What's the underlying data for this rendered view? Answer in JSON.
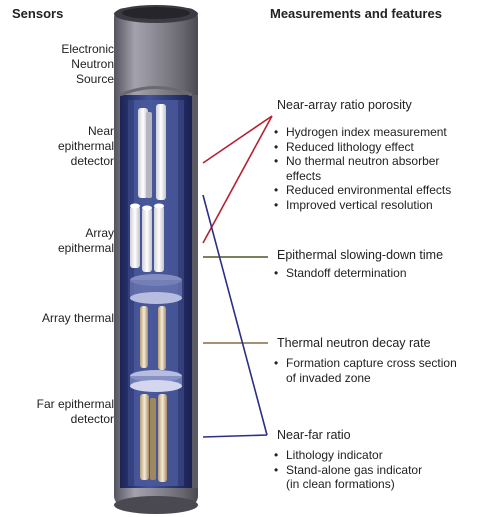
{
  "headers": {
    "sensors": "Sensors",
    "measurements": "Measurements and features"
  },
  "sensors": [
    "Electronic\nNeutron\nSource",
    "Near\nepithermal\ndetector",
    "Array\nepithermal",
    "Array thermal",
    "Far epithermal\ndetector"
  ],
  "measurements": [
    {
      "title": "Near-array ratio porosity",
      "items": [
        "Hydrogen index measurement",
        "Reduced lithology effect",
        "No thermal neutron absorber\neffects",
        "Reduced environmental effects",
        "Improved vertical resolution"
      ]
    },
    {
      "title": "Epithermal slowing-down time",
      "items": [
        "Standoff determination"
      ]
    },
    {
      "title": "Thermal neutron decay rate",
      "items": [
        "Formation capture cross section\nof invaded zone"
      ]
    },
    {
      "title": "Near-far ratio",
      "items": [
        "Lithology indicator",
        "Stand-alone gas indicator\n(in clean formations)"
      ]
    }
  ],
  "colors": {
    "red_line": "#b2232f",
    "blue_line": "#2c2f86",
    "green_line": "#4a5a2a",
    "tool_body": "#7d7c86",
    "tool_inner": "#2e3c77"
  }
}
